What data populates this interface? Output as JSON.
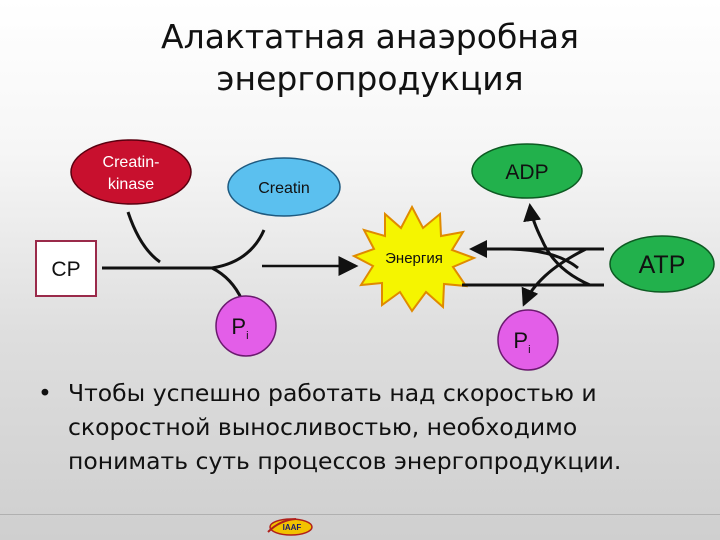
{
  "slide": {
    "title_line1": "Алактатная анаэробная",
    "title_line2": "энергопродукция",
    "bullet": "Чтобы успешно работать над скоростью и скоростной выносливостью, необходимо понимать суть процессов энергопродукции."
  },
  "diagram": {
    "cp_label": "CP",
    "creatin_kinase_line1": "Creatin-",
    "creatin_kinase_line2": "kinase",
    "creatin_label": "Creatin",
    "pi_left_main": "P",
    "pi_left_sub": "i",
    "energy_label": "Энергия",
    "adp_label": "ADP",
    "atp_label": "ATP",
    "pi_right_main": "P",
    "pi_right_sub": "i"
  },
  "footer": {
    "logo_text": "IAAF"
  },
  "colors": {
    "creatin_kinase_fill": "#c8102e",
    "creatin_fill": "#5bc0ef",
    "adp_atp_fill": "#22b14c",
    "pi_fill": "#e35ee8",
    "cp_border": "#9a2a4a",
    "energy_fill": "#f5f500"
  }
}
